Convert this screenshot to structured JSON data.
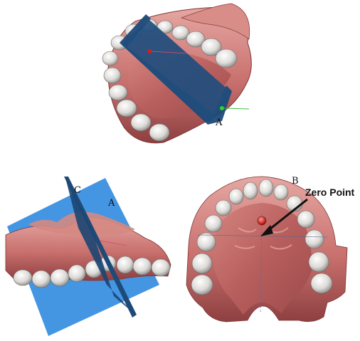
{
  "labels": {
    "top_plane": "A",
    "left_plane_c": "C",
    "left_plane_a": "A",
    "right_view": "B",
    "zero_point": "Zero Point"
  },
  "colors": {
    "gum": "#c8706e",
    "gum_light": "#e0a09a",
    "tooth": "#e8e6e2",
    "plane_dark": "#1e4a78",
    "plane_light": "#3a8fe0",
    "marker_red": "#d41c1c",
    "marker_green": "#2fd12f"
  }
}
